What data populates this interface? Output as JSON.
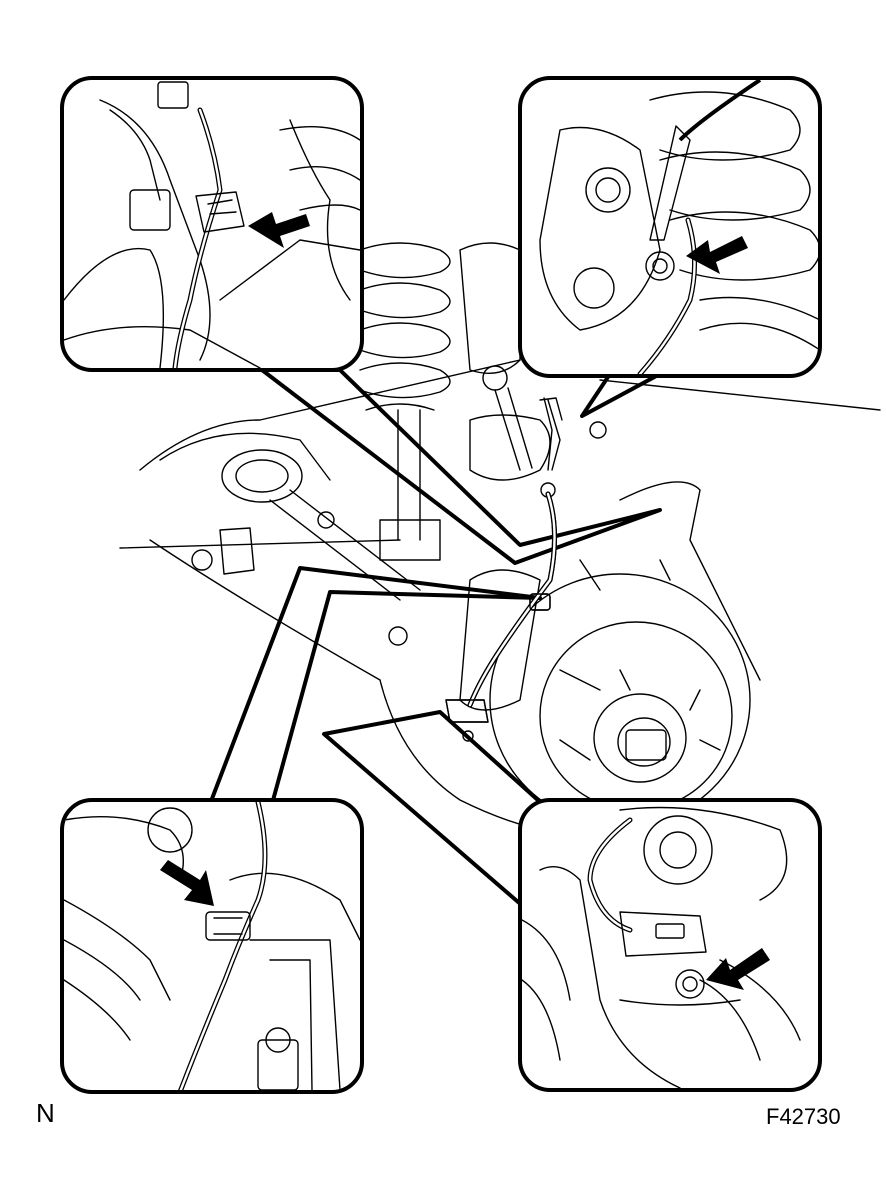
{
  "figure": {
    "code_left": "N",
    "code_right": "F42730"
  },
  "callouts": [
    {
      "id": "top-left",
      "icon": "arrow-icon"
    },
    {
      "id": "top-right",
      "icon": "arrow-icon"
    },
    {
      "id": "bottom-left",
      "icon": "arrow-icon"
    },
    {
      "id": "bottom-right",
      "icon": "arrow-icon"
    }
  ]
}
